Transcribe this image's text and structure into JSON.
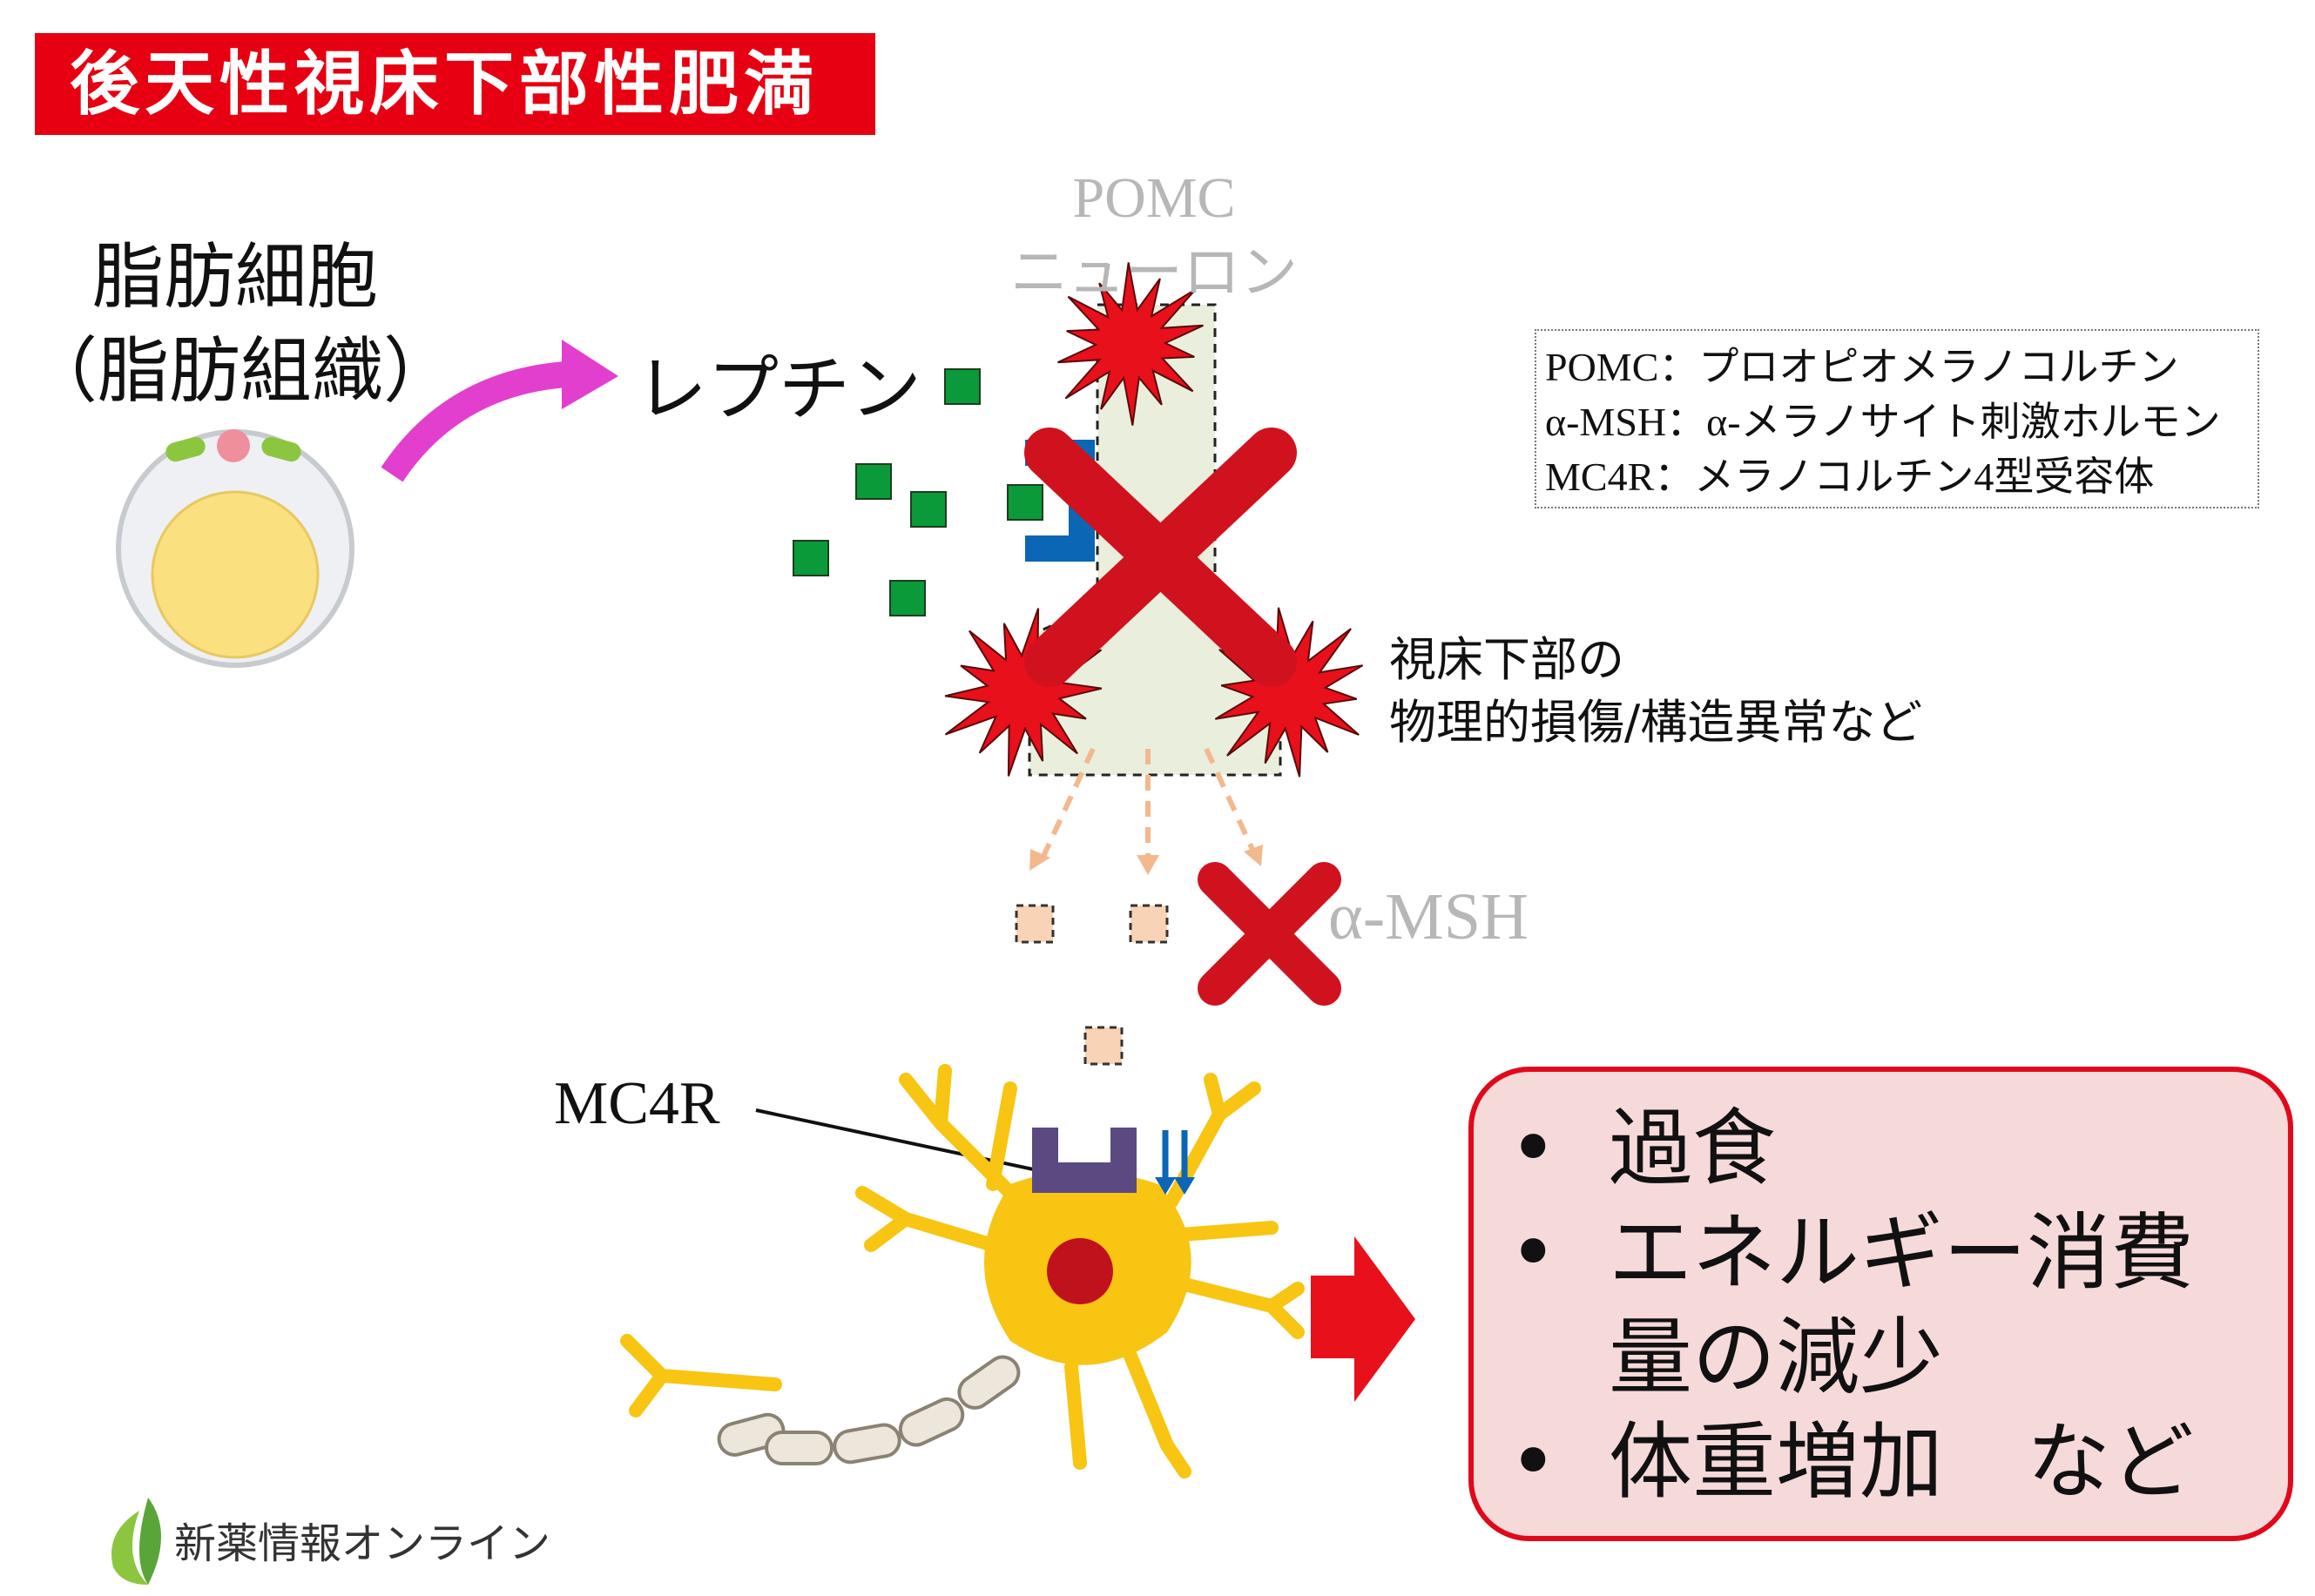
{
  "title": "後天性視床下部性肥満",
  "fat_cell": {
    "line1": "脂肪細胞",
    "line2": "（脂肪組織）"
  },
  "leptin": "レプチン",
  "pomc_neuron": {
    "line1": "POMC",
    "line2": "ニューロン"
  },
  "glossary": [
    "POMC：プロオピオメラノコルチン",
    "α-MSH：α-メラノサイト刺激ホルモン",
    "MC4R：メラノコルチン4型受容体"
  ],
  "damage": {
    "line1": "視床下部の",
    "line2": "物理的損傷/構造異常など"
  },
  "msh": "α-MSH",
  "mc4r": "MC4R",
  "results": [
    "過食",
    "エネルギー消費量の減少",
    "体重増加　など"
  ],
  "brand": "新薬情報オンライン",
  "colors": {
    "title_bg": "#e60012",
    "cross": "#d0121e",
    "leptin_square": "#0a9a3a",
    "neuron": "#f7c512",
    "receptor": "#5b4a82",
    "result_bg": "#f6d9d9",
    "result_border": "#e0091a",
    "arrow_magenta": "#e23fcf"
  }
}
